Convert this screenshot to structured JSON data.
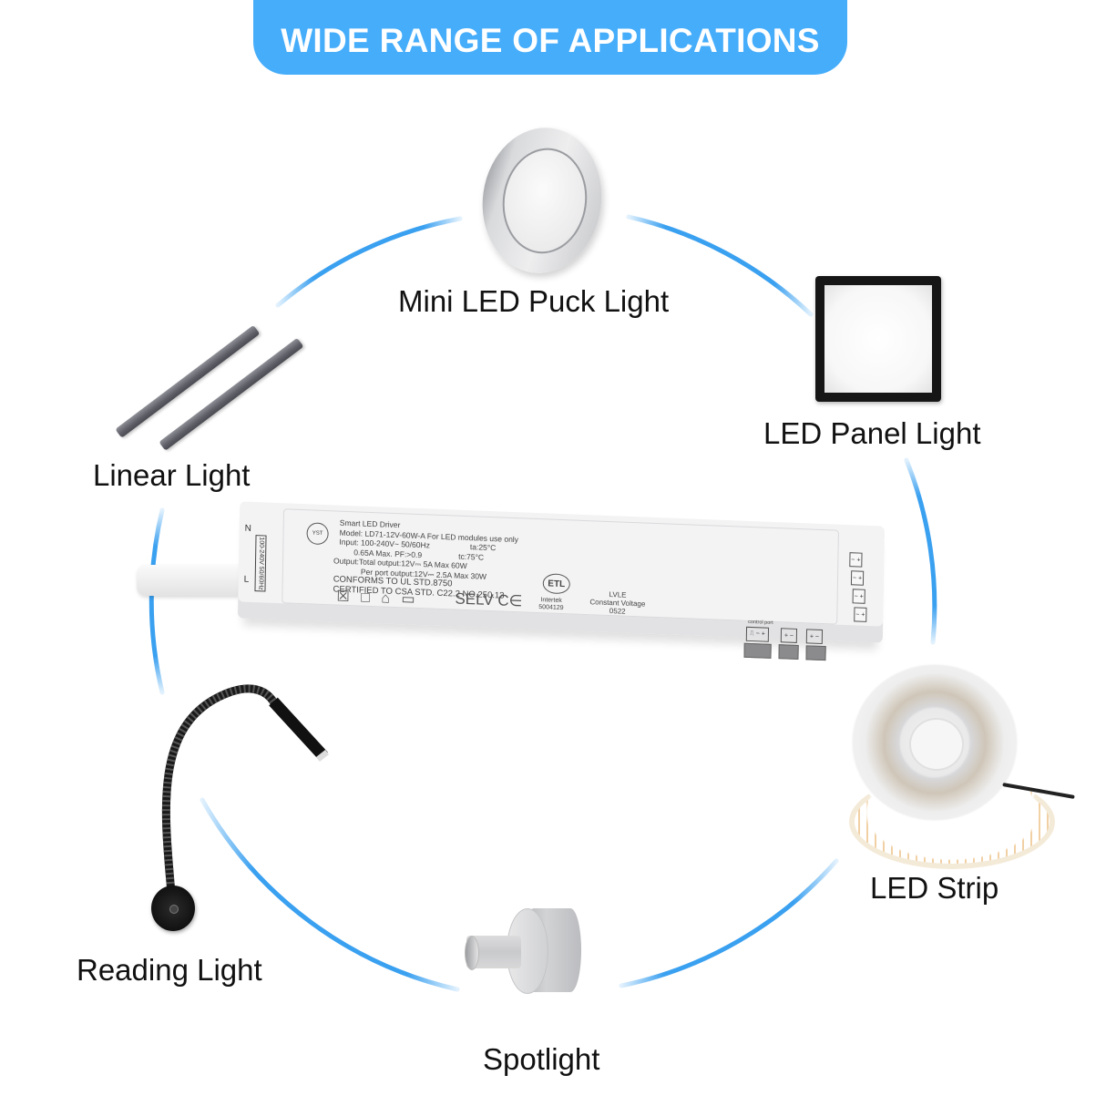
{
  "header": {
    "title": "WIDE RANGE OF APPLICATIONS",
    "banner_color": "#46adfb"
  },
  "ring": {
    "color": "#3aa0f0"
  },
  "applications": [
    {
      "id": "mini-led-puck-light",
      "label": "Mini LED Puck Light"
    },
    {
      "id": "led-panel-light",
      "label": "LED Panel Light"
    },
    {
      "id": "linear-light",
      "label": "Linear Light"
    },
    {
      "id": "led-strip",
      "label": "LED Strip"
    },
    {
      "id": "reading-light",
      "label": "Reading Light"
    },
    {
      "id": "spotlight",
      "label": "Spotlight"
    }
  ],
  "driver": {
    "logo": "YST",
    "title": "Smart LED Driver",
    "model": "Model: LD71-12V-60W-A  For LED modules use only",
    "input_line1": "Input: 100-240V~   50/60Hz",
    "input_temp1": "ta:25°C",
    "input_line2": "0.65A Max.  PF:>0.9",
    "input_temp2": "tc:75°C",
    "output_total": "Output:Total output:12V⎓  5A  Max 60W",
    "output_port": "Per port output:12V⎓  2.5A  Max 30W",
    "conforms": "CONFORMS TO UL STD.8750",
    "certified": "CERTIFIED TO CSA STD. C22.2 NO.250.13",
    "symbols": "☒ □ ⌂ ▭",
    "selv": "SELV  C∈",
    "etl_mark": "ETL",
    "etl_lab": "Intertek",
    "etl_number": "5004129",
    "lvle": "LVLE",
    "constant_voltage": "Constant Voltage",
    "date_code": "0522",
    "input_n": "N",
    "input_l": "L",
    "input_rating": "100-240V 50/60Hz",
    "control_port_label": "control port",
    "control_port_pins": "⎍ − +",
    "output_port_pins": "+ −",
    "terminal_pins": "− +"
  }
}
